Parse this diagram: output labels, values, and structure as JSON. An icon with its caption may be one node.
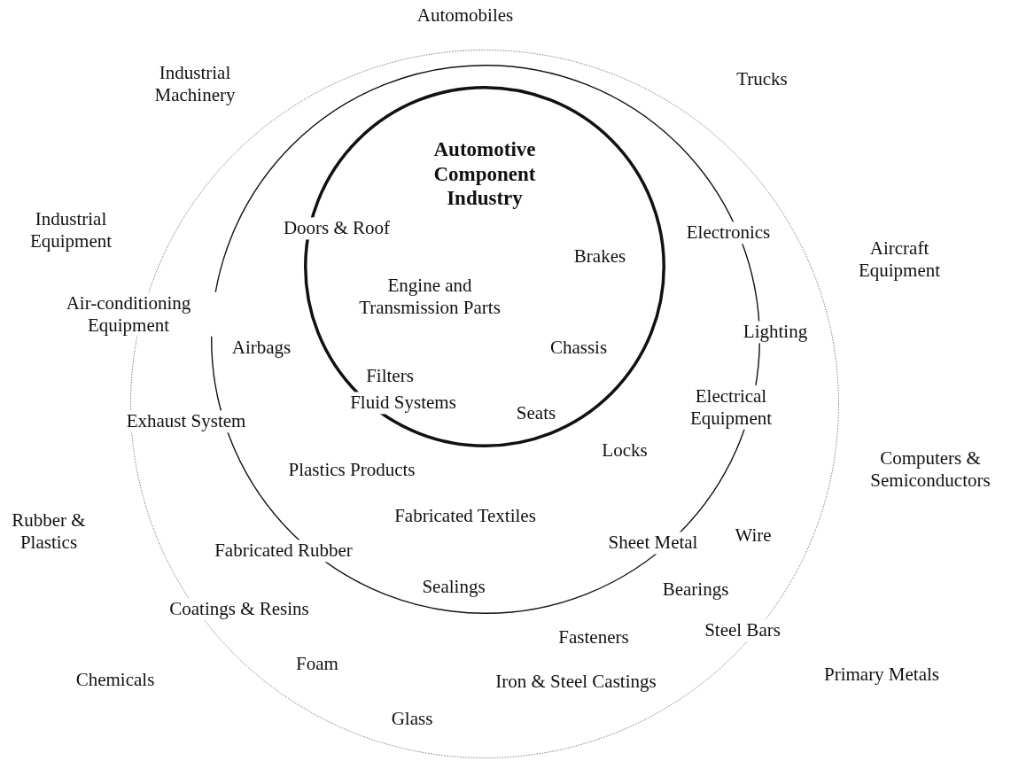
{
  "diagram": {
    "nodes": [
      {
        "text": [
          "Air-conditioning Equipment",
          "Exhaust System",
          "Wire",
          "Bearings",
          "Coatings & Resins",
          "Steel Bars",
          "Fasteners",
          "Foam",
          "Iron & Steel Castings",
          "Glass"
        ]
      },
      {
        "text": [
          "Electronics",
          "Lighting",
          "Airbags",
          "Electrical Equipment",
          "Locks",
          "Plastics Products",
          "Fabricated Textiles",
          "Sheet Metal",
          "Fabricated Rubber",
          "Sealings"
        ],
        "in": 0
      },
      {
        "text": [
          "Automotive Component Industry",
          "Doors & Roof",
          "Brakes",
          "Engine and Transmission Parts",
          "Chassis",
          "Filters",
          "Fluid Systems",
          "Seats"
        ],
        "in": 1
      }
    ],
    "labels": [
      "Automobiles",
      "Industrial Machinery",
      "Trucks",
      "Industrial Equipment",
      "Aircraft Equipment",
      "Computers & Semiconductors",
      "Rubber & Plastics",
      "Chemicals",
      "Primary Metals"
    ]
  }
}
